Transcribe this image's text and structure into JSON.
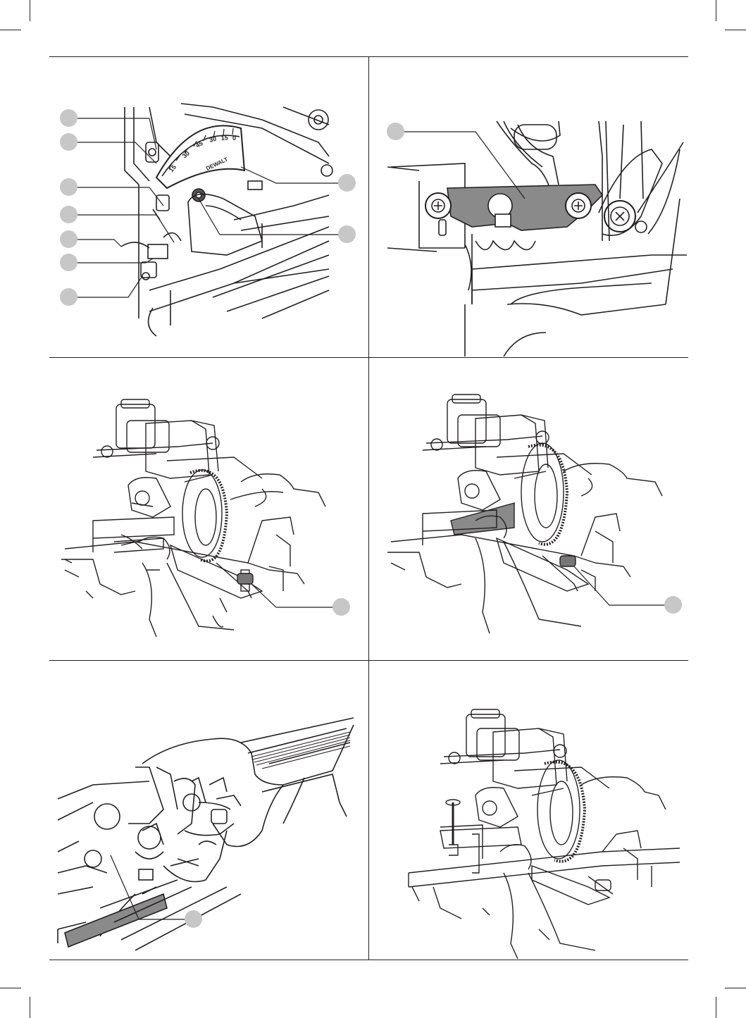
{
  "page": {
    "background": "#ffffff",
    "line_color": "#231f20",
    "callout_color": "#c8c7c7",
    "highlight_color": "#8a8a8a"
  },
  "figures": [
    {
      "id": "fig-bevel-scale",
      "callouts": 9
    },
    {
      "id": "fig-bevel-pointer",
      "callouts": 1
    },
    {
      "id": "fig-check-fence-square",
      "callouts": 1
    },
    {
      "id": "fig-check-blade-square",
      "callouts": 1
    },
    {
      "id": "fig-bevel-stop-detail",
      "callouts": 1
    },
    {
      "id": "fig-clamp-workpiece",
      "callouts": 0
    }
  ],
  "bevel_scale": {
    "ticks": [
      "15",
      "30",
      "45",
      "30",
      "15",
      "0"
    ],
    "brand": "DEWALT"
  }
}
